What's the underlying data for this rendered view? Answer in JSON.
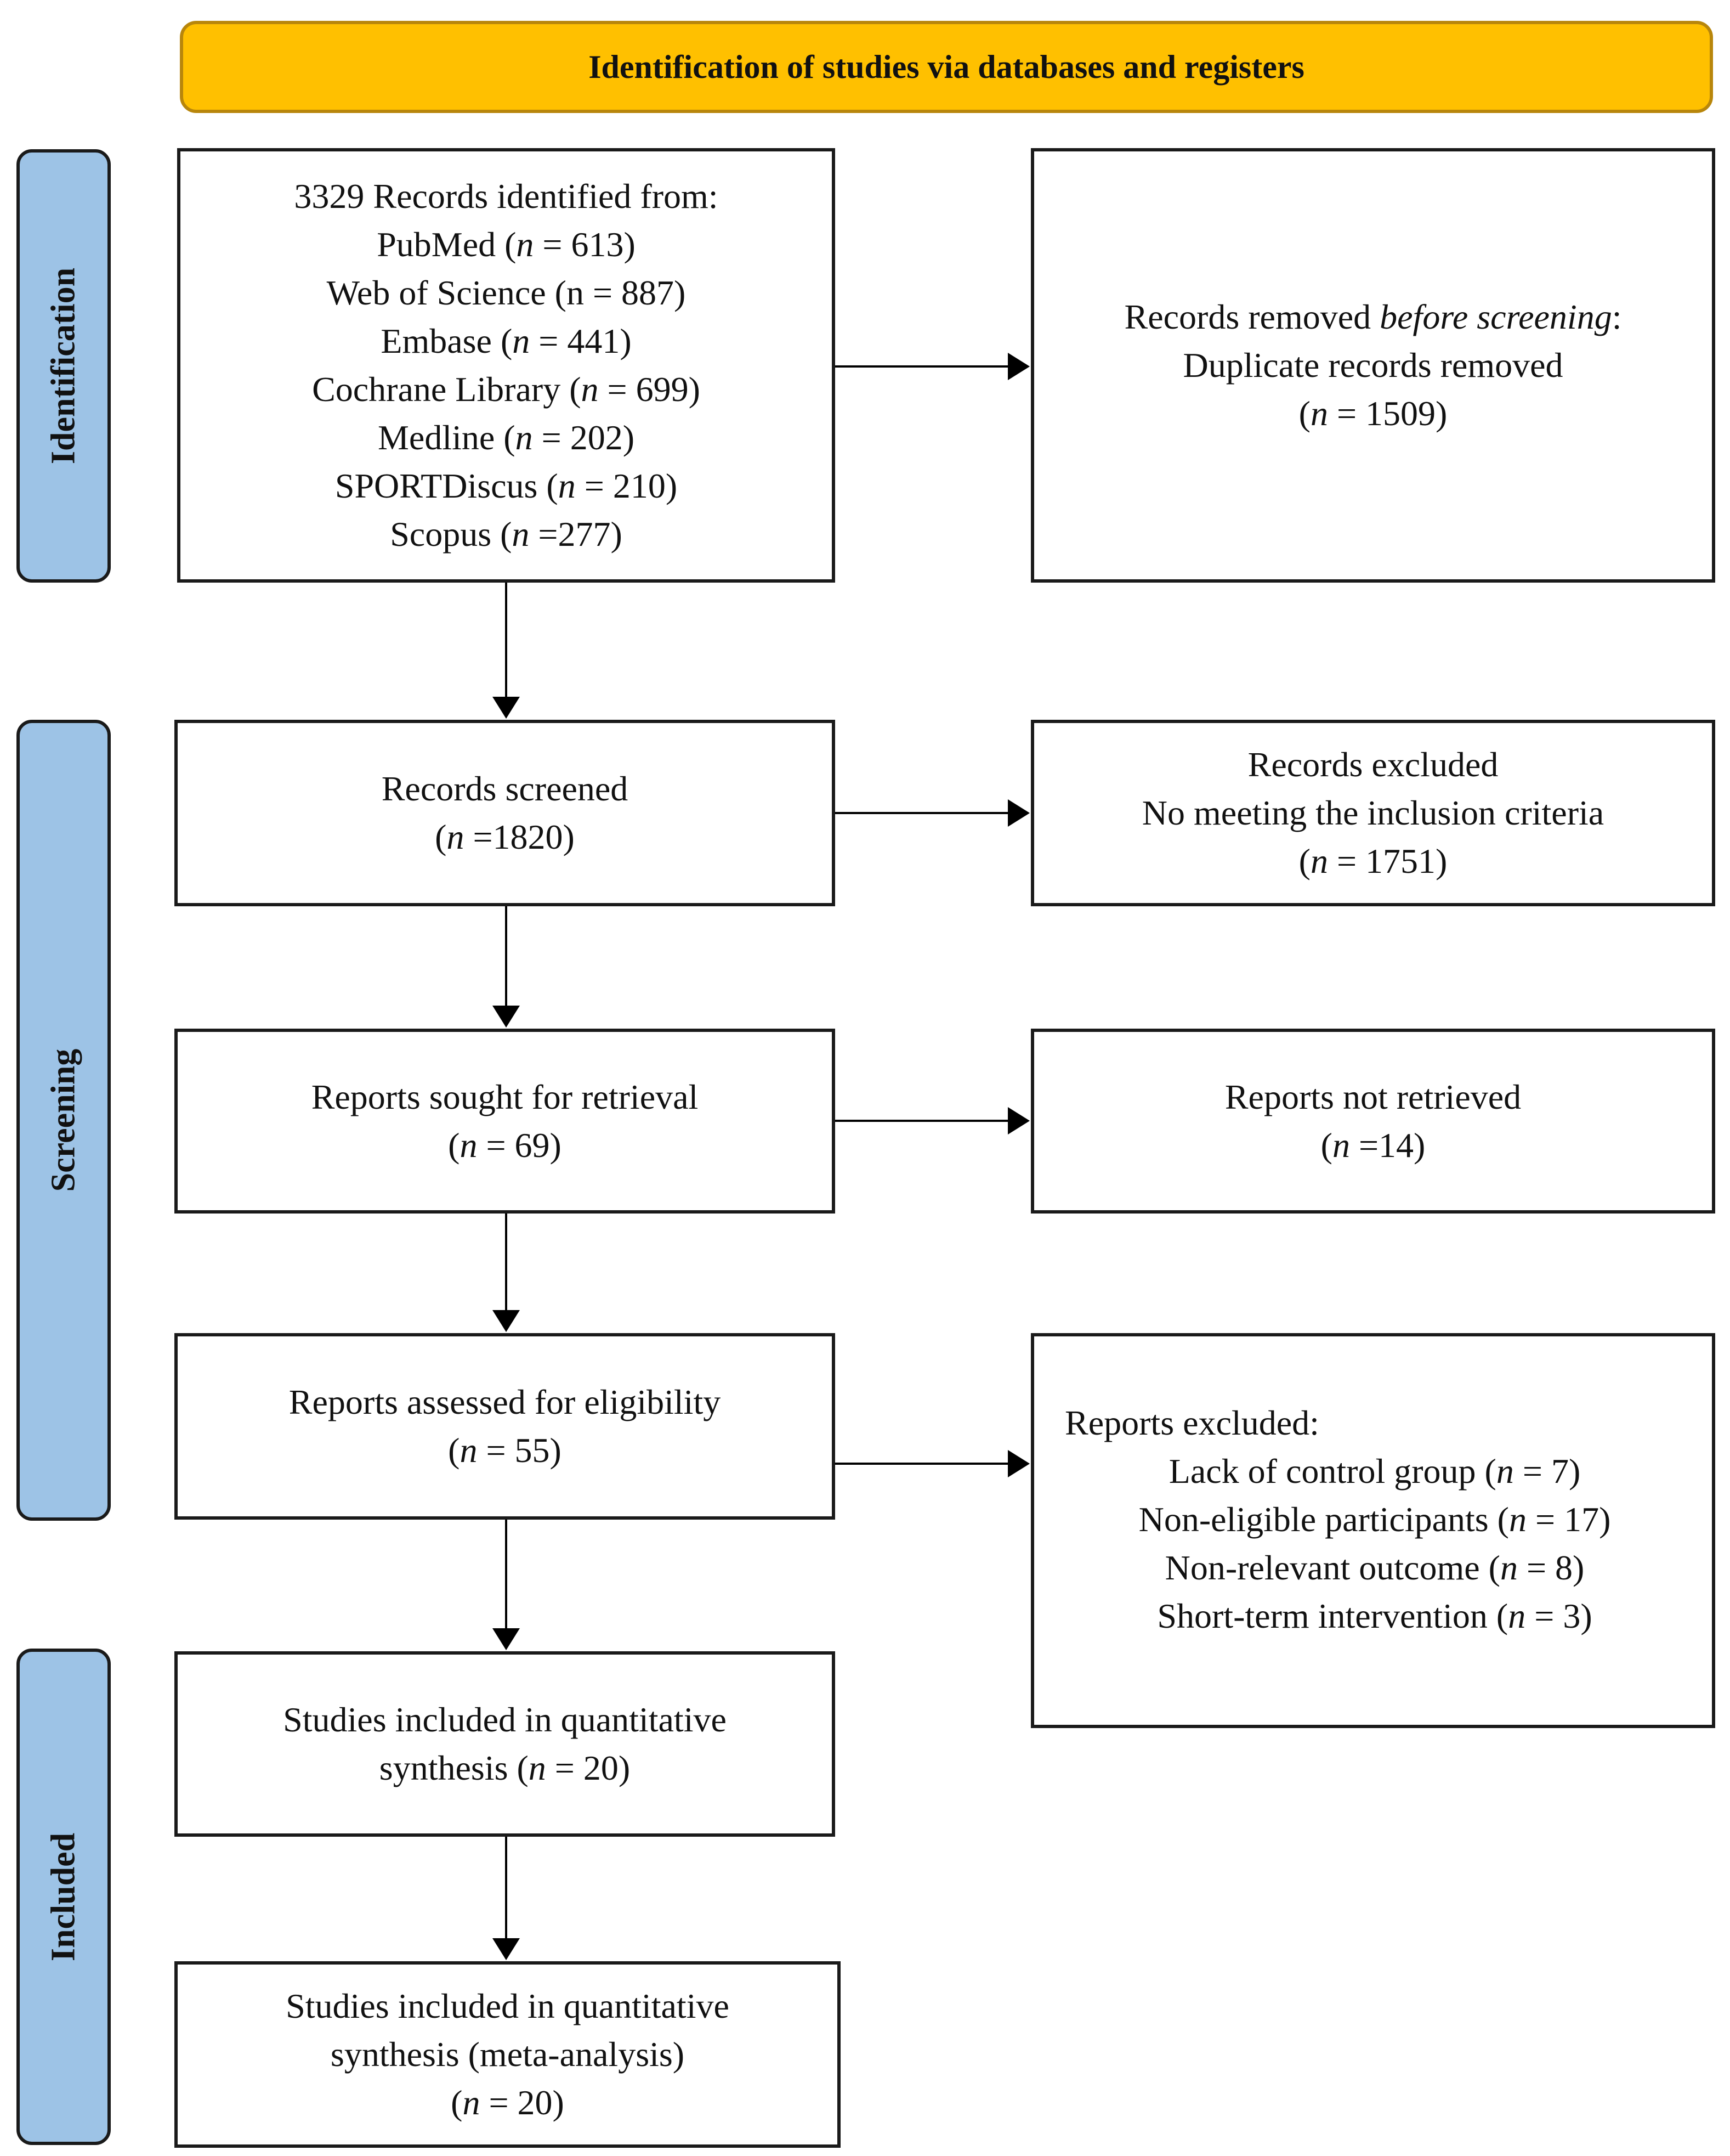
{
  "header": {
    "title": "Identification of studies via databases and registers"
  },
  "stages": {
    "identification": "Identification",
    "screening": "Screening",
    "included": "Included"
  },
  "records_identified": {
    "title": "3329 Records identified from:",
    "sources": [
      {
        "name": "PubMed",
        "n": "613"
      },
      {
        "name": "Web of Science",
        "n": "887"
      },
      {
        "name": "Embase",
        "n": "441"
      },
      {
        "name": "Cochrane Library",
        "n": "699"
      },
      {
        "name": "Medline",
        "n": "202"
      },
      {
        "name": "SPORTDiscus",
        "n": "210"
      },
      {
        "name": "Scopus",
        "n": "277"
      }
    ]
  },
  "records_removed": {
    "line1_a": "Records removed ",
    "line1_em": "before screening",
    "line1_b": ":",
    "line2": "Duplicate records removed",
    "n": "1509"
  },
  "records_screened": {
    "label": "Records screened",
    "n": "1820"
  },
  "records_excluded": {
    "label": "Records excluded",
    "reason": "No meeting the inclusion criteria",
    "n": "1751"
  },
  "reports_sought": {
    "label": "Reports sought for retrieval",
    "n": "69"
  },
  "reports_not_retrieved": {
    "label": "Reports not retrieved",
    "n": "14"
  },
  "reports_assessed": {
    "label": "Reports assessed for eligibility",
    "n": "55"
  },
  "reports_excluded": {
    "title": "Reports excluded:",
    "reasons": [
      {
        "reason": "Lack of control group",
        "n": "7"
      },
      {
        "reason": "Non-eligible participants",
        "n": "17"
      },
      {
        "reason": "Non-relevant outcome",
        "n": "8"
      },
      {
        "reason": "Short-term intervention",
        "n": "3"
      }
    ]
  },
  "studies_included": {
    "line1": "Studies included in quantitative",
    "line2": "synthesis",
    "n": "20"
  },
  "studies_meta": {
    "line1": "Studies included in quantitative",
    "line2": "synthesis (meta-analysis)",
    "n": "20"
  }
}
